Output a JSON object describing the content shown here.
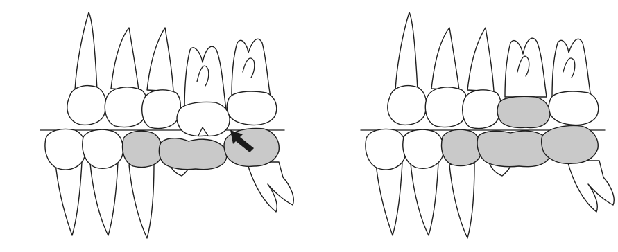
{
  "figure": {
    "panels": [
      {
        "id": "left",
        "restored_units": [
          "mandibular-premolar-2",
          "mandibular-molar-1",
          "mandibular-molar-2"
        ],
        "arrow": true
      },
      {
        "id": "right",
        "restored_units": [
          "maxillary-molar-1",
          "mandibular-premolar-2",
          "mandibular-molar-1",
          "mandibular-molar-2"
        ],
        "arrow": false
      }
    ],
    "colors": {
      "outline": "#1e1e1e",
      "background": "#ffffff",
      "restoration_fill": "#c9c9c9",
      "arrow": "#1a1a1a"
    }
  }
}
